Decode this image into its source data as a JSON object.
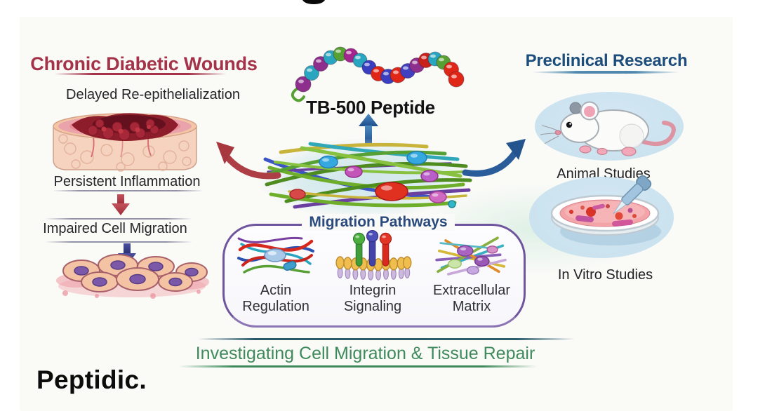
{
  "infographic": {
    "left": {
      "heading": "Chronic Diabetic Wounds",
      "steps": [
        "Delayed Re-epithelialization",
        "Persistent Inflammation",
        "Impaired Cell Migration"
      ]
    },
    "center": {
      "peptide_label": "TB-500 Peptide",
      "pathways": {
        "title": "Migration Pathways",
        "items": [
          {
            "line1": "Actin",
            "line2": "Regulation",
            "icon": "actin-filaments-icon"
          },
          {
            "line1": "Integrin",
            "line2": "Signaling",
            "icon": "integrin-receptors-icon"
          },
          {
            "line1": "Extracellular",
            "line2": "Matrix",
            "icon": "extracellular-matrix-icon"
          }
        ]
      }
    },
    "right": {
      "heading": "Preclinical Research",
      "items": [
        {
          "label": "Animal Studies",
          "icon": "lab-mouse-illustration"
        },
        {
          "label": "In Vitro Studies",
          "icon": "petri-dish-illustration"
        }
      ]
    },
    "footer": {
      "tagline": "Investigating Cell Migration & Tissue Repair",
      "brand": "Peptidic."
    },
    "colors": {
      "heading_red": "#A43349",
      "heading_blue": "#1D4E7B",
      "pathways_navy": "#2A4A7D",
      "tagline_green": "#3E8A5C",
      "box_border_purple": "#6F549E",
      "text_dark": "#26262A"
    }
  }
}
